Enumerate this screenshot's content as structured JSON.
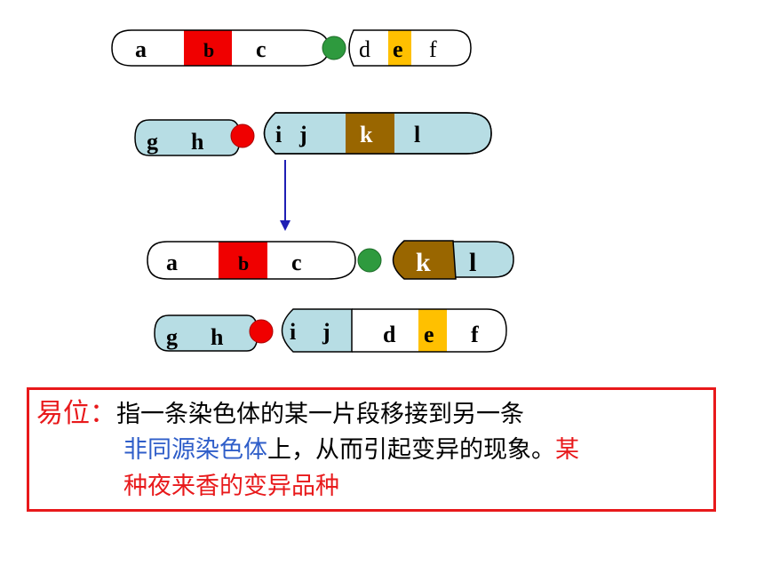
{
  "diagram": {
    "row1": {
      "labels": [
        "a",
        "b",
        "c",
        "d",
        "e",
        "f"
      ]
    },
    "row2": {
      "labels": [
        "g",
        "h",
        "i",
        "j",
        "k",
        "l"
      ]
    },
    "row3": {
      "labels": [
        "a",
        "b",
        "c",
        "k",
        "l"
      ]
    },
    "row4": {
      "labels": [
        "g",
        "h",
        "i",
        "j",
        "d",
        "e",
        "f"
      ]
    },
    "colors": {
      "segment_b": "#f00000",
      "segment_e": "#ffc000",
      "segment_k": "#996600",
      "centromere_green": "#2e9a3e",
      "centromere_red": "#f00000",
      "chromosome_fill": "#b7dde4",
      "arrow": "#1f1fb4"
    }
  },
  "definition": {
    "term": "易位：",
    "line1_text": "指一条染色体的某一片段移接到另一条",
    "line2_blue": "非同源染色体",
    "line2_black": "上，从而引起变异的现象。",
    "line2_red": "某",
    "line3_red": "种夜来香的变异品种"
  }
}
